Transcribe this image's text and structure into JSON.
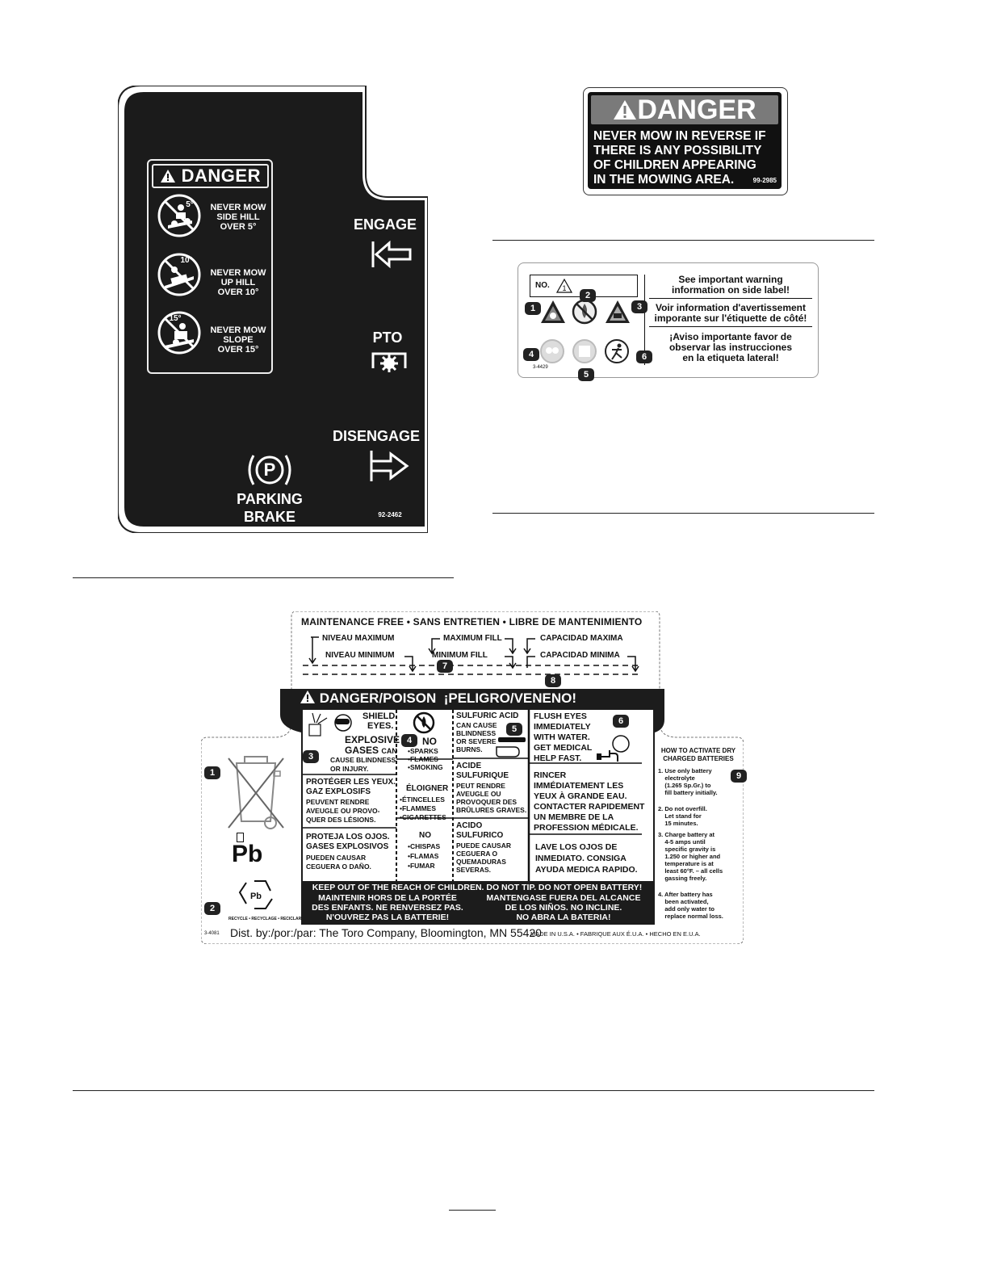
{
  "panel_decal": {
    "danger_title": "DANGER",
    "rows": [
      {
        "angle": "5°",
        "text": "NEVER MOW\nSIDE HILL\nOVER 5°"
      },
      {
        "angle": "10°",
        "text": "NEVER MOW\nUP HILL\nOVER 10°"
      },
      {
        "angle": "15°",
        "text": "NEVER MOW\nSLOPE\nOVER 15°"
      }
    ],
    "engage_label": "ENGAGE",
    "pto_label": "PTO",
    "disengage_label": "DISENGAGE",
    "parking_symbol": "P",
    "parking_label_1": "PARKING",
    "parking_label_2": "BRAKE",
    "part_number": "92-2462"
  },
  "danger_decal": {
    "title": "DANGER",
    "lines": [
      "NEVER MOW IN REVERSE IF",
      "THERE IS ANY POSSIBILITY",
      "OF CHILDREN APPEARING",
      "IN THE MOWING AREA."
    ],
    "part_number": "99-2985"
  },
  "warning_decal": {
    "no_label": "NO.",
    "callouts": [
      "1",
      "2",
      "3",
      "4",
      "5",
      "6"
    ],
    "part_number": "3-4429",
    "english_1": "See important warning",
    "english_2": "information on side label!",
    "french_1": "Voir information d'avertissement",
    "french_2": "imporante sur l'étiquette de côté!",
    "spanish_1": "¡Aviso importante favor de",
    "spanish_2": "observar las instrucciones",
    "spanish_3": "en la etiqueta lateral!"
  },
  "battery_decal": {
    "header": "MAINTENANCE FREE • SANS ENTRETIEN • LIBRE DE MANTENIMIENTO",
    "niveau_max": "NIVEAU MAXIMUM",
    "niveau_min": "NIVEAU MINIMUM",
    "max_fill": "MAXIMUM FILL",
    "min_fill": "MINIMUM FILL",
    "cap_max": "CAPACIDAD MAXIMA",
    "cap_min": "CAPACIDAD MINIMA",
    "danger_banner": "DANGER/POISON  ¡PELIGRO/VENENO!",
    "callouts": [
      "1",
      "2",
      "3",
      "4",
      "5",
      "6",
      "7",
      "8",
      "9"
    ],
    "col1": {
      "en_1": "SHIELD",
      "en_2": "EYES.",
      "en_3": "EXPLOSIVE",
      "en_4": "GASES",
      "en_4b": "CAN",
      "en_5": "CAUSE BLINDNESS",
      "en_6": "OR INJURY.",
      "fr_1": "PROTÉGER LES YEUX.",
      "fr_2": "GAZ EXPLOSIFS",
      "fr_3": "PEUVENT RENDRE",
      "fr_4": "AVEUGLE OU PROVO-",
      "fr_5": "QUER DES LÉSIONS.",
      "es_1": "PROTEJA LOS OJOS.",
      "es_2": "GASES EXPLOSIVOS",
      "es_3": "PUEDEN CAUSAR",
      "es_4": "CEGUERA O DAÑO."
    },
    "col2": {
      "en_1": "NO",
      "en_2": "•SPARKS",
      "en_3": "•FLAMES",
      "en_4": "•SMOKING",
      "fr_1": "ÉLOIGNER",
      "fr_2": "•ÉTINCELLES",
      "fr_3": "•FLAMMES",
      "fr_4": "•CIGARETTES",
      "es_1": "NO",
      "es_2": "•CHISPAS",
      "es_3": "•FLAMAS",
      "es_4": "•FUMAR"
    },
    "col3": {
      "en_1": "SULFURIC ACID",
      "en_2": "CAN CAUSE",
      "en_3": "BLINDNESS",
      "en_4": "OR SEVERE",
      "en_5": "BURNS.",
      "fr_1": "ACIDE",
      "fr_2": "SULFURIQUE",
      "fr_3": "PEUT RENDRE",
      "fr_4": "AVEUGLE OU",
      "fr_5": "PROVOQUER DES",
      "fr_6": "BRÛLURES GRAVES.",
      "es_1": "ACIDO",
      "es_2": "SULFURICO",
      "es_3": "PUEDE CAUSAR",
      "es_4": "CEGUERA O",
      "es_5": "QUEMADURAS",
      "es_6": "SEVERAS."
    },
    "col4": {
      "en_1": "FLUSH EYES",
      "en_2": "IMMEDIATELY",
      "en_3": "WITH WATER.",
      "en_4": "GET MEDICAL",
      "en_5": "HELP FAST.",
      "fr_1": "RINCER",
      "fr_2": "IMMÉDIATEMENT LES",
      "fr_3": "YEUX À GRANDE EAU.",
      "fr_4": "CONTACTER RAPIDEMENT",
      "fr_5": "UN MEMBRE DE LA",
      "fr_6": "PROFESSION MÉDICALE.",
      "es_1": "LAVE LOS OJOS DE",
      "es_2": "INMEDIATO. CONSIGA",
      "es_3": "AYUDA MEDICA RAPIDO."
    },
    "footer_1": "KEEP OUT OF THE REACH OF CHILDREN. DO NOT TIP. DO NOT OPEN BATTERY!",
    "footer_fr_1": "MAINTENIR HORS DE LA PORTÉE",
    "footer_fr_2": "DES ENFANTS. NE RENVERSEZ PAS.",
    "footer_fr_3": "N'OUVREZ PAS LA BATTERIE!",
    "footer_es_1": "MANTENGASE FUERA DEL ALCANCE",
    "footer_es_2": "DE LOS NIÑOS. NO INCLINE.",
    "footer_es_3": "NO ABRA LA BATERIA!",
    "pb_label": "Pb",
    "recycle_label": "RECYCLE • RECYCLAGE • RECICLAR",
    "side_title_1": "HOW TO ACTIVATE DRY",
    "side_title_2": "CHARGED BATTERIES",
    "steps": [
      "1. Use only battery\n    electrolyte\n    (1.265 Sp.Gr.) to\n    fill battery initially.",
      "2. Do not overfill.\n    Let stand for\n    15 minutes.",
      "3. Charge battery at\n    4-5 amps until\n    specific gravity is\n    1.250 or higher and\n    temperature is at\n    least 60°F. – all cells\n    gassing freely.",
      "4. After battery has\n    been activated,\n    add only water to\n    replace normal loss."
    ],
    "part_number": "3-4081",
    "distributor": "Dist. by:/por:/par: The Toro Company, Bloomington, MN 55420",
    "made_in": "MADE IN U.S.A. • FABRIQUE AUX É.U.A. • HECHO EN E.U.A."
  }
}
